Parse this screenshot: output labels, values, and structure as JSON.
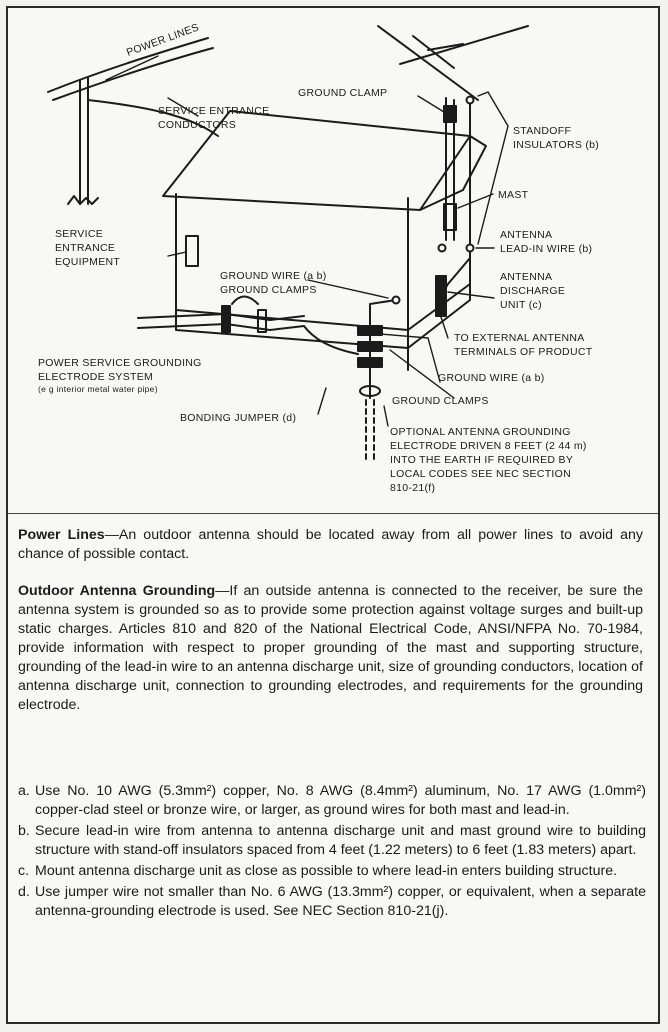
{
  "diagram": {
    "labels": {
      "power_lines": "POWER LINES",
      "service_entrance_conductors_1": "SERVICE ENTRANCE",
      "service_entrance_conductors_2": "CONDUCTORS",
      "ground_clamp": "GROUND CLAMP",
      "standoff_1": "STANDOFF",
      "standoff_2": "INSULATORS (b)",
      "mast": "MAST",
      "service_equipment_1": "SERVICE",
      "service_equipment_2": "ENTRANCE",
      "service_equipment_3": "EQUIPMENT",
      "antenna_leadin_1": "ANTENNA",
      "antenna_leadin_2": "LEAD-IN WIRE (b)",
      "ground_wire_ab": "GROUND WIRE (a b)",
      "ground_clamps_left": "GROUND CLAMPS",
      "discharge_1": "ANTENNA",
      "discharge_2": "DISCHARGE",
      "discharge_3": "UNIT (c)",
      "to_external_1": "TO EXTERNAL ANTENNA",
      "to_external_2": "TERMINALS OF PRODUCT",
      "power_grounding_1": "POWER SERVICE GROUNDING",
      "power_grounding_2": "ELECTRODE SYSTEM",
      "power_grounding_3": "(e g  interior metal water pipe)",
      "ground_wire_ab_right": "GROUND WIRE (a  b)",
      "ground_clamps_bottom": "GROUND CLAMPS",
      "bonding_jumper": "BONDING JUMPER (d)",
      "optional_1": "OPTIONAL ANTENNA GROUNDING",
      "optional_2": "ELECTRODE DRIVEN 8 FEET (2 44 m)",
      "optional_3": "INTO THE EARTH IF REQUIRED BY",
      "optional_4": "LOCAL CODES  SEE NEC SECTION",
      "optional_5": "810-21(f)"
    }
  },
  "power_lines_para": {
    "heading": "Power Lines",
    "body": "—An outdoor antenna should be located away from all power lines to avoid any chance of possible contact."
  },
  "grounding_para": {
    "heading": "Outdoor Antenna Grounding",
    "body": "—If an outside antenna is connected to the receiver, be sure the antenna system is grounded so as to provide some protection against voltage surges and built-up static charges. Articles 810 and 820 of the National Electrical Code, ANSI/NFPA No. 70-1984, provide information with respect to proper grounding of the mast and supporting structure, grounding of the lead-in wire to an antenna discharge unit, size of grounding conductors, location of antenna discharge unit, connection to grounding electrodes, and requirements for the grounding electrode."
  },
  "list": [
    {
      "marker": "a.",
      "text": "Use No. 10 AWG (5.3mm²) copper, No. 8 AWG (8.4mm²) aluminum, No. 17 AWG (1.0mm²) copper-clad steel or bronze wire, or larger, as ground wires for both mast and lead-in."
    },
    {
      "marker": "b.",
      "text": "Secure lead-in wire from antenna to antenna discharge unit and mast ground wire to building structure with stand-off insulators spaced from 4 feet (1.22 meters) to 6 feet (1.83 meters) apart."
    },
    {
      "marker": "c.",
      "text": "Mount antenna discharge unit as close as possible to where lead-in enters building structure."
    },
    {
      "marker": "d.",
      "text": "Use jumper wire not smaller than No. 6 AWG (13.3mm²) copper, or equivalent, when a separate antenna-grounding electrode is used. See NEC Section 810-21(j)."
    }
  ]
}
